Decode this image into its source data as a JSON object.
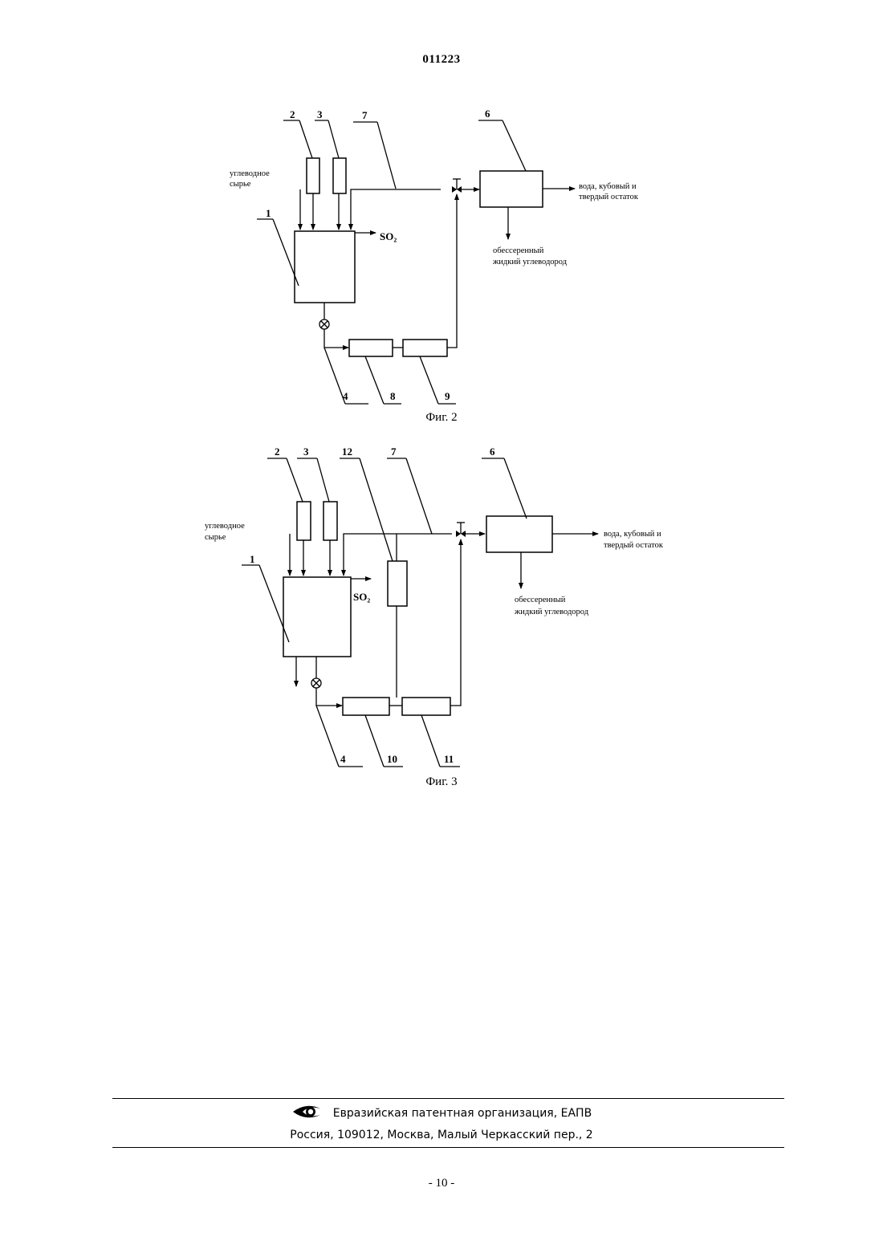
{
  "header": {
    "doc_number": "011223"
  },
  "fig2": {
    "caption": "Фиг. 2",
    "labels": {
      "n1": "1",
      "n2": "2",
      "n3": "3",
      "n4": "4",
      "n6": "6",
      "n7": "7",
      "n8": "8",
      "n9": "9",
      "feed_line1": "углеводное",
      "feed_line2": "сырье",
      "so2": "SO₂",
      "out_right_line1": "вода, кубовый и",
      "out_right_line2": "твердый остаток",
      "out_down_line1": "обессеренный",
      "out_down_line2": "жидкий углеводород"
    }
  },
  "fig3": {
    "caption": "Фиг. 3",
    "labels": {
      "n1": "1",
      "n2": "2",
      "n3": "3",
      "n4": "4",
      "n6": "6",
      "n7": "7",
      "n10": "10",
      "n11": "11",
      "n12": "12",
      "feed_line1": "углеводное",
      "feed_line2": "сырье",
      "so2": "SO₂",
      "out_right_line1": "вода, кубовый и",
      "out_right_line2": "твердый остаток",
      "out_down_line1": "обессеренный",
      "out_down_line2": "жидкий углеводород"
    }
  },
  "footer": {
    "logo_icon": "eye-logo-icon",
    "org": "Евразийская патентная организация, ЕАПВ",
    "address": "Россия, 109012, Москва, Малый Черкасский пер., 2",
    "page": "- 10 -"
  }
}
